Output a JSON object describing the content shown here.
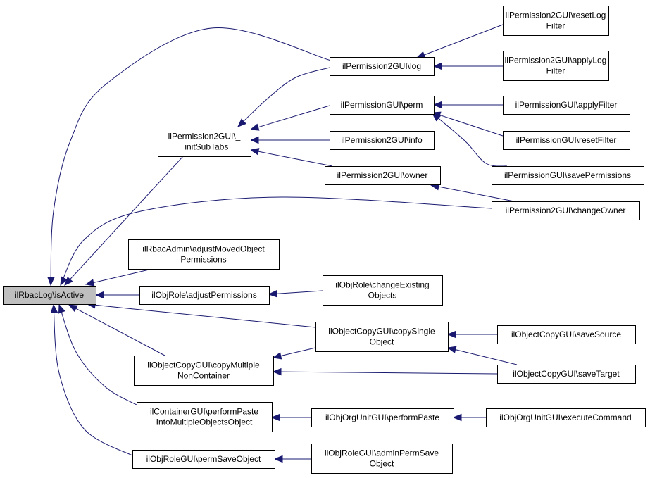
{
  "diagram": {
    "type": "call-graph",
    "colors": {
      "edge": "#191970",
      "root_fill": "#bfbfbf",
      "node_fill": "#ffffff",
      "border": "#000000"
    },
    "nodes": [
      {
        "id": "root",
        "lines": [
          "ilRbacLog\\isActive"
        ]
      },
      {
        "id": "initSubTabs",
        "lines": [
          "ilPermission2GUI\\_",
          "_initSubTabs"
        ]
      },
      {
        "id": "log",
        "lines": [
          "ilPermission2GUI\\log"
        ]
      },
      {
        "id": "resetLogFilter",
        "lines": [
          "ilPermission2GUI\\resetLog",
          "Filter"
        ]
      },
      {
        "id": "applyLogFilter",
        "lines": [
          "ilPermission2GUI\\applyLog",
          "Filter"
        ]
      },
      {
        "id": "perm",
        "lines": [
          "ilPermissionGUI\\perm"
        ]
      },
      {
        "id": "applyFilter",
        "lines": [
          "ilPermissionGUI\\applyFilter"
        ]
      },
      {
        "id": "resetFilter",
        "lines": [
          "ilPermissionGUI\\resetFilter"
        ]
      },
      {
        "id": "savePermissions",
        "lines": [
          "ilPermissionGUI\\savePermissions"
        ]
      },
      {
        "id": "info",
        "lines": [
          "ilPermission2GUI\\info"
        ]
      },
      {
        "id": "owner",
        "lines": [
          "ilPermission2GUI\\owner"
        ]
      },
      {
        "id": "changeOwner",
        "lines": [
          "ilPermission2GUI\\changeOwner"
        ]
      },
      {
        "id": "adjustMoved",
        "lines": [
          "ilRbacAdmin\\adjustMovedObject",
          "Permissions"
        ]
      },
      {
        "id": "adjustPermissions",
        "lines": [
          "ilObjRole\\adjustPermissions"
        ]
      },
      {
        "id": "changeExisting",
        "lines": [
          "ilObjRole\\changeExisting",
          "Objects"
        ]
      },
      {
        "id": "copySingle",
        "lines": [
          "ilObjectCopyGUI\\copySingle",
          "Object"
        ]
      },
      {
        "id": "saveSource",
        "lines": [
          "ilObjectCopyGUI\\saveSource"
        ]
      },
      {
        "id": "copyMultiple",
        "lines": [
          "ilObjectCopyGUI\\copyMultiple",
          "NonContainer"
        ]
      },
      {
        "id": "saveTarget",
        "lines": [
          "ilObjectCopyGUI\\saveTarget"
        ]
      },
      {
        "id": "performPasteMulti",
        "lines": [
          "ilContainerGUI\\performPaste",
          "IntoMultipleObjectsObject"
        ]
      },
      {
        "id": "orgPerformPaste",
        "lines": [
          "ilObjOrgUnitGUI\\performPaste"
        ]
      },
      {
        "id": "executeCommand",
        "lines": [
          "ilObjOrgUnitGUI\\executeCommand"
        ]
      },
      {
        "id": "permSaveObject",
        "lines": [
          "ilObjRoleGUI\\permSaveObject"
        ]
      },
      {
        "id": "adminPermSave",
        "lines": [
          "ilObjRoleGUI\\adminPermSave",
          "Object"
        ]
      }
    ],
    "edges": [
      {
        "from": "initSubTabs",
        "to": "root"
      },
      {
        "from": "log",
        "to": "initSubTabs"
      },
      {
        "from": "resetLogFilter",
        "to": "log"
      },
      {
        "from": "applyLogFilter",
        "to": "log"
      },
      {
        "from": "perm",
        "to": "initSubTabs"
      },
      {
        "from": "applyFilter",
        "to": "perm"
      },
      {
        "from": "resetFilter",
        "to": "perm"
      },
      {
        "from": "savePermissions",
        "to": "perm"
      },
      {
        "from": "info",
        "to": "initSubTabs"
      },
      {
        "from": "owner",
        "to": "initSubTabs"
      },
      {
        "from": "changeOwner",
        "to": "owner"
      },
      {
        "from": "log",
        "to": "root"
      },
      {
        "from": "changeOwner",
        "to": "root"
      },
      {
        "from": "adjustMoved",
        "to": "root"
      },
      {
        "from": "adjustPermissions",
        "to": "root"
      },
      {
        "from": "changeExisting",
        "to": "adjustPermissions"
      },
      {
        "from": "copySingle",
        "to": "root"
      },
      {
        "from": "saveSource",
        "to": "copySingle"
      },
      {
        "from": "saveTarget",
        "to": "copySingle"
      },
      {
        "from": "copyMultiple",
        "to": "root"
      },
      {
        "from": "copySingle",
        "to": "copyMultiple"
      },
      {
        "from": "saveTarget",
        "to": "copyMultiple"
      },
      {
        "from": "performPasteMulti",
        "to": "root"
      },
      {
        "from": "orgPerformPaste",
        "to": "performPasteMulti"
      },
      {
        "from": "executeCommand",
        "to": "orgPerformPaste"
      },
      {
        "from": "permSaveObject",
        "to": "root"
      },
      {
        "from": "adminPermSave",
        "to": "permSaveObject"
      }
    ]
  }
}
